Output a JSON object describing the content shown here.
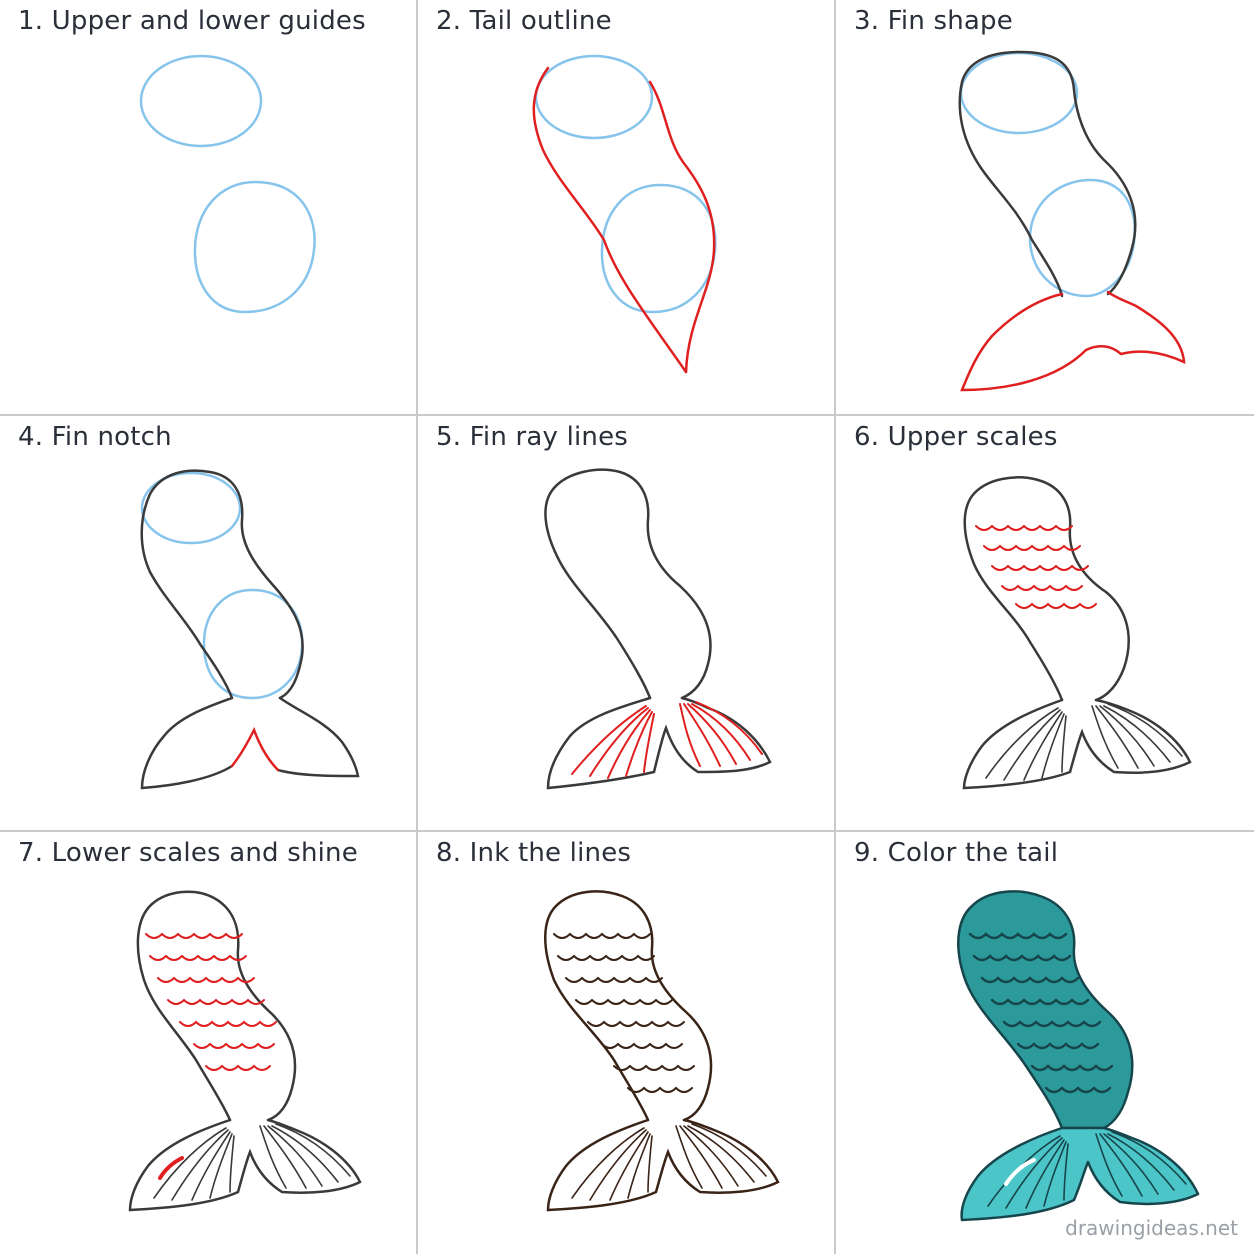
{
  "steps": [
    {
      "title": "1. Upper and lower guides"
    },
    {
      "title": "2. Tail outline"
    },
    {
      "title": "3. Fin shape"
    },
    {
      "title": "4. Fin notch"
    },
    {
      "title": "5. Fin ray lines"
    },
    {
      "title": "6. Upper scales"
    },
    {
      "title": "7. Lower scales and shine"
    },
    {
      "title": "8. Ink the lines"
    },
    {
      "title": "9. Color the tail"
    }
  ],
  "watermark": "drawingideas.net",
  "colors": {
    "guide": "#86c4ec",
    "new_line": "#e02020",
    "pencil": "#3a3a3a",
    "ink": "#3a2418",
    "tail_fill": "#2c9a9a",
    "fin_fill": "#4cc5c8",
    "scale_dark": "#16464c"
  }
}
